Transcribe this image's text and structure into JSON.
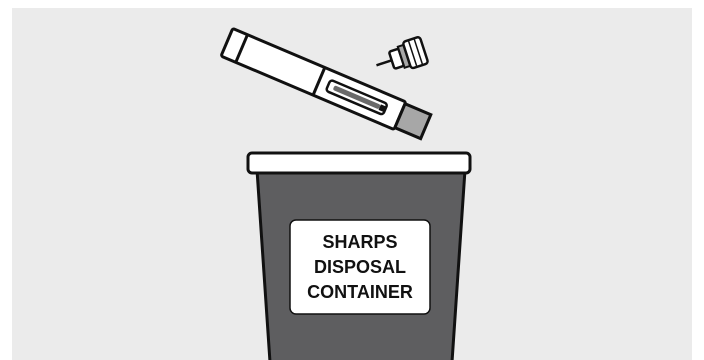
{
  "illustration": {
    "label_lines": [
      "SHARPS",
      "DISPOSAL",
      "CONTAINER"
    ],
    "colors": {
      "background": "#ebebeb",
      "container_body": "#5e5e60",
      "container_lid": "#ffffff",
      "label_fill": "#ffffff",
      "outline": "#111111",
      "pen_cap_gray": "#a7a7a7"
    },
    "icons": [
      "injection-pen",
      "pen-needle",
      "sharps-container"
    ]
  }
}
